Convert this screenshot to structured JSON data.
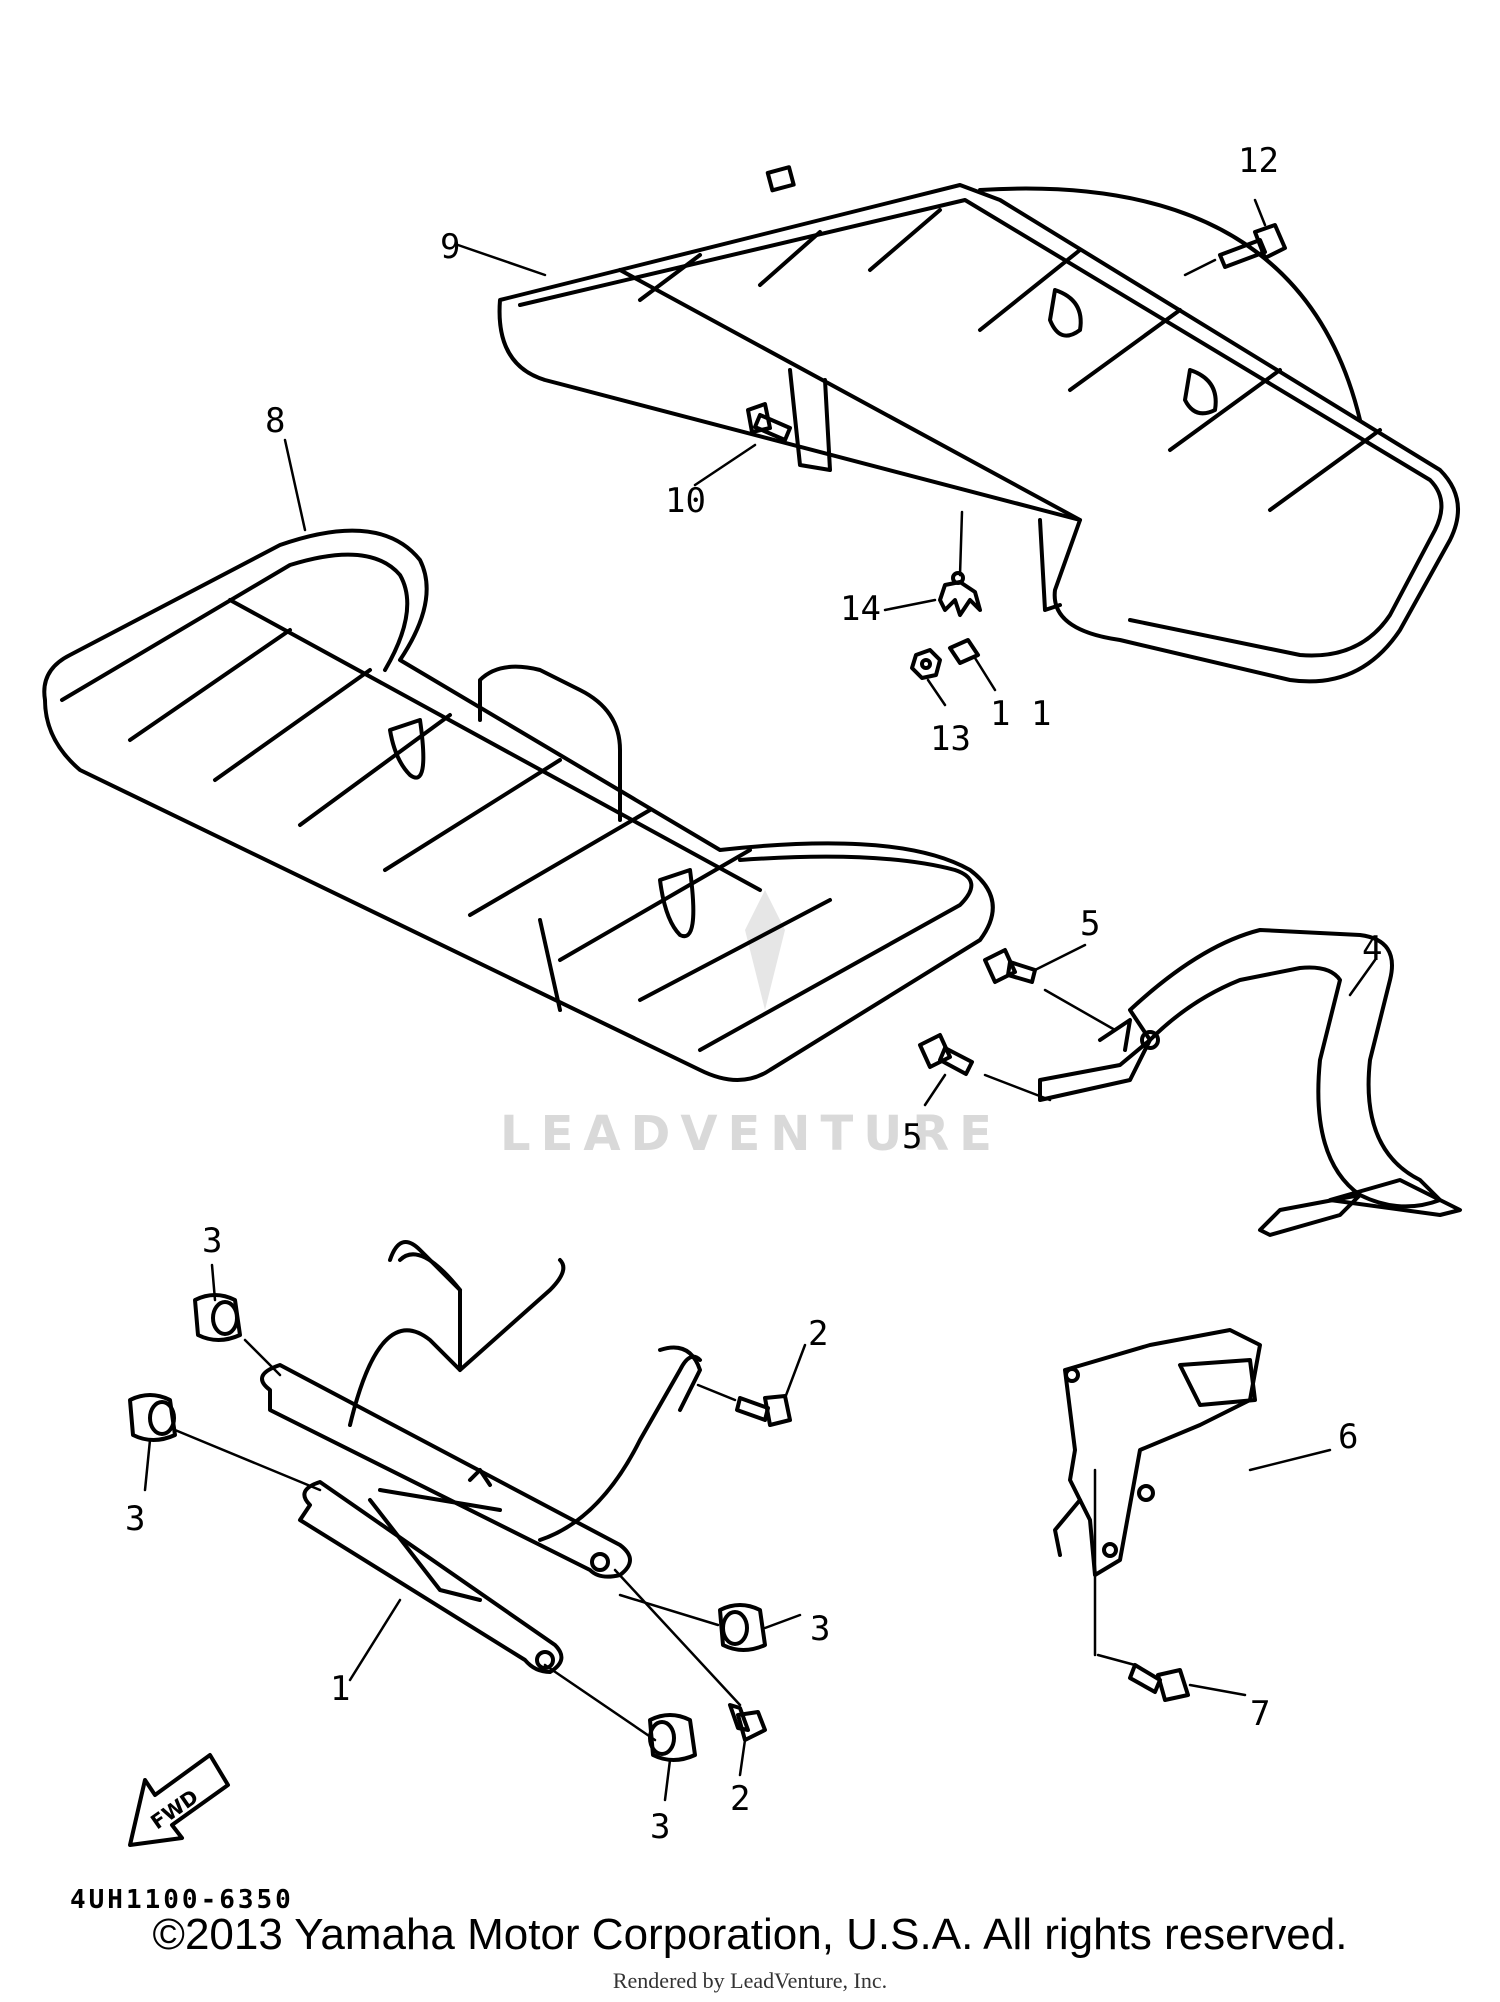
{
  "callouts": {
    "c1": "1",
    "c2a": "2",
    "c2b": "2",
    "c3a": "3",
    "c3b": "3",
    "c3c": "3",
    "c3d": "3",
    "c4": "4",
    "c5a": "5",
    "c5b": "5",
    "c6": "6",
    "c7": "7",
    "c8": "8",
    "c9": "9",
    "c10": "10",
    "c11": "1 1",
    "c12": "12",
    "c13": "13",
    "c14": "14"
  },
  "fwd_label": "FWD",
  "diagram_code": "4UH1100-6350",
  "watermark": "LEADVENTURE",
  "copyright": "©2013 Yamaha Motor Corporation, U.S.A. All rights reserved.",
  "rendered_by": "Rendered by LeadVenture, Inc."
}
